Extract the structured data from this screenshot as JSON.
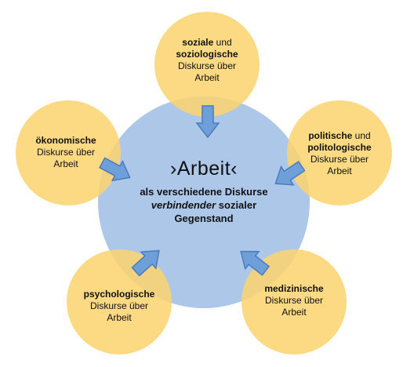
{
  "center": {
    "title": "›Arbeit‹",
    "line1": "als verschiedene Diskurse",
    "line2_italic": "verbindender",
    "line2_rest": " sozialer",
    "line3": "Gegenstand"
  },
  "nodes": {
    "soziale": {
      "bold1": "soziale",
      "normal1": " und",
      "bold2": "soziologische",
      "line3": "Diskurse über",
      "line4": "Arbeit"
    },
    "politische": {
      "bold1": "politische",
      "normal1": " und",
      "bold2": "politologische",
      "line3": "Diskurse über",
      "line4": "Arbeit"
    },
    "medizinische": {
      "bold1": "medizinische",
      "line2": "Diskurse über",
      "line3": "Arbeit"
    },
    "psychologische": {
      "bold1": "psychologische",
      "line2": "Diskurse über",
      "line3": "Arbeit"
    },
    "oekonomische": {
      "bold1": "ökonomische",
      "line2": "Diskurse über",
      "line3": "Arbeit"
    }
  },
  "colors": {
    "center_fill": "#a9c4e8",
    "node_fill": "#fbd46e",
    "arrow_fill": "#6f9fd8",
    "arrow_stroke": "#4a7bbd"
  }
}
